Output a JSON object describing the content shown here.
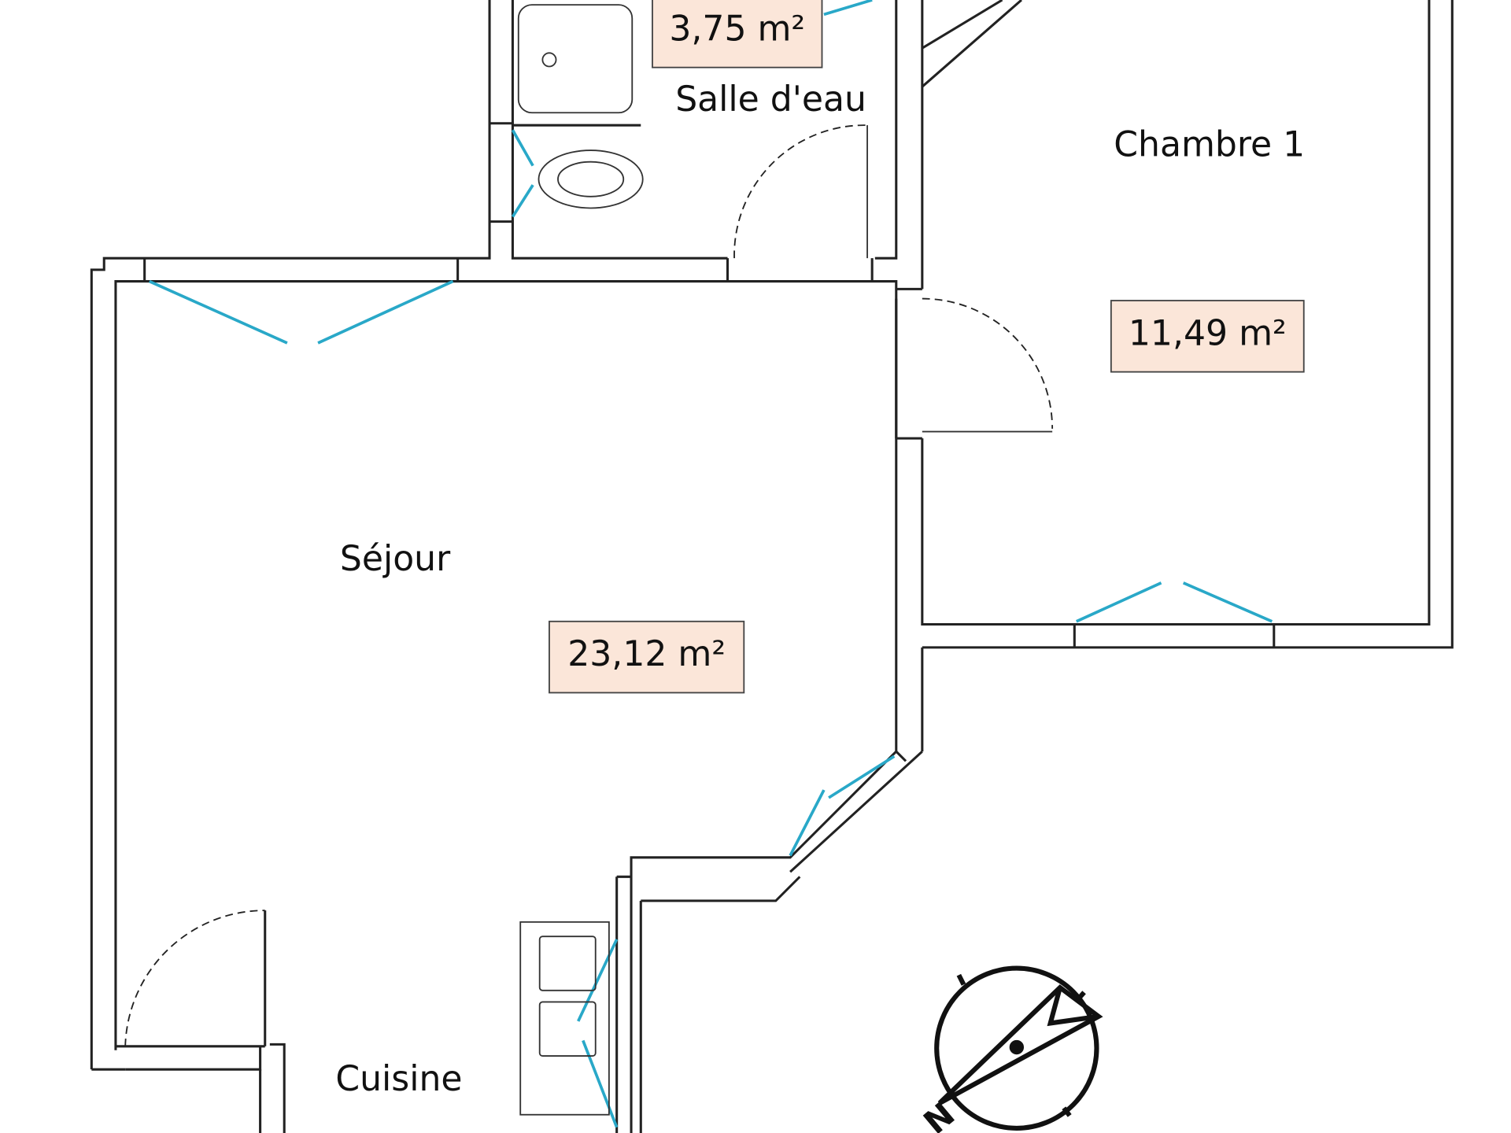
{
  "rooms": [
    {
      "name": "Salle d'eau",
      "area": "3,75 m²"
    },
    {
      "name": "Chambre 1",
      "area": "11,49 m²"
    },
    {
      "name": "Séjour",
      "area": "23,12 m²"
    },
    {
      "name": "Cuisine"
    }
  ],
  "compass": {
    "label": "N"
  },
  "colors": {
    "window": "#29a8c8",
    "area_box": "#fbe6d9"
  }
}
